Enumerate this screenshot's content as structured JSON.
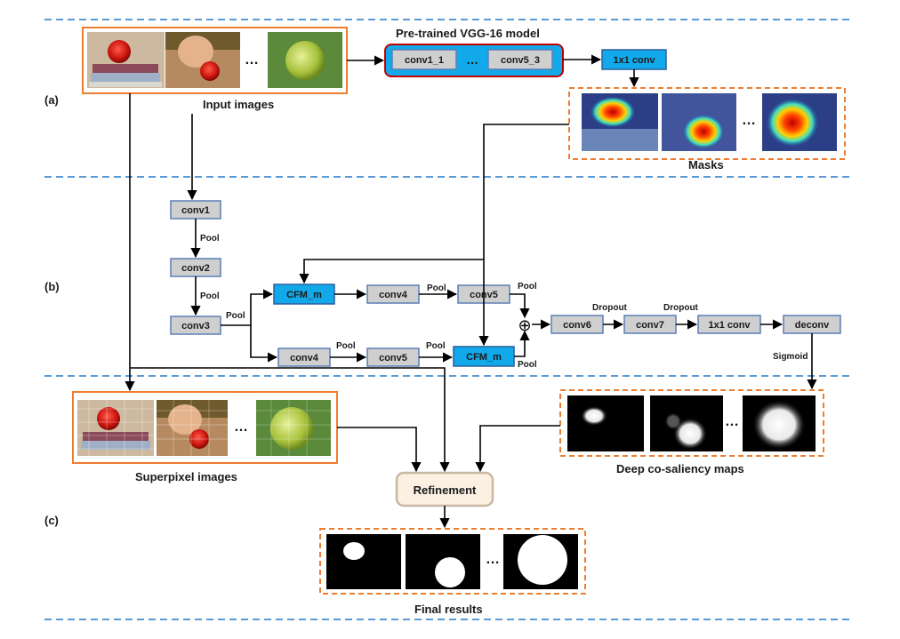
{
  "sections": {
    "a": "(a)",
    "b": "(b)",
    "c": "(c)"
  },
  "captions": {
    "input_images": "Input images",
    "vgg_title": "Pre-trained VGG-16 model",
    "masks": "Masks",
    "superpixel_images": "Superpixel images",
    "deep_cosaliency_maps": "Deep co-saliency maps",
    "final_results": "Final results"
  },
  "ellipsis": "…",
  "vgg": {
    "conv_first": "conv1_1",
    "conv_last": "conv5_3"
  },
  "nodes": {
    "conv1x1_top": "1x1 conv",
    "conv1": "conv1",
    "conv2": "conv2",
    "conv3": "conv3",
    "cfm_upper": "CFM_m",
    "conv4_upper": "conv4",
    "conv5_upper": "conv5",
    "conv4_lower": "conv4",
    "conv5_lower": "conv5",
    "cfm_lower": "CFM_m",
    "conv6": "conv6",
    "conv7": "conv7",
    "conv1x1_b": "1x1 conv",
    "deconv": "deconv",
    "refinement": "Refinement"
  },
  "edge_labels": {
    "pool": "Pool",
    "dropout": "Dropout",
    "sigmoid": "Sigmoid",
    "sum": "⊕"
  }
}
